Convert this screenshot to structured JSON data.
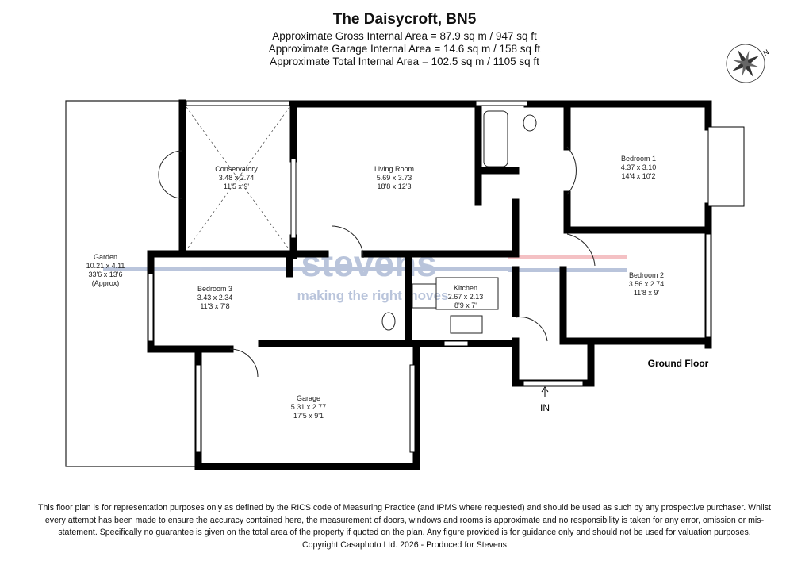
{
  "header": {
    "title": "The Daisycroft, BN5",
    "areas": [
      "Approximate Gross Internal Area = 87.9 sq m / 947 sq ft",
      "Approximate Garage Internal Area = 14.6 sq m / 158 sq ft",
      "Approximate Total Internal Area = 102.5 sq m / 1105 sq ft"
    ]
  },
  "compass": {
    "icon": "compass-rose-icon",
    "label": "N"
  },
  "rooms": {
    "conservatory": {
      "name": "Conservatory",
      "metric": "3.48 x 2.74",
      "imperial": "11'5 x 9'"
    },
    "living": {
      "name": "Living Room",
      "metric": "5.69 x 3.73",
      "imperial": "18'8 x 12'3"
    },
    "bedroom1": {
      "name": "Bedroom 1",
      "metric": "4.37 x 3.10",
      "imperial": "14'4 x 10'2"
    },
    "bedroom2": {
      "name": "Bedroom 2",
      "metric": "3.56 x 2.74",
      "imperial": "11'8 x 9'"
    },
    "bedroom3": {
      "name": "Bedroom 3",
      "metric": "3.43 x 2.34",
      "imperial": "11'3 x 7'8"
    },
    "kitchen": {
      "name": "Kitchen",
      "metric": "2.67 x 2.13",
      "imperial": "8'9 x 7'"
    },
    "garage": {
      "name": "Garage",
      "metric": "5.31 x 2.77",
      "imperial": "17'5 x 9'1"
    },
    "garden": {
      "name": "Garden",
      "metric": "10.21 x 4.11",
      "imperial": "33'6 x 13'6",
      "note": "(Approx)"
    }
  },
  "floor_label": "Ground Floor",
  "entrance_label": "IN",
  "watermark": {
    "brand": "stevens",
    "tagline": "making the right moves"
  },
  "footer": {
    "disclaimer": "This floor plan is for representation purposes only as defined by the RICS code of Measuring Practice (and IPMS where requested) and should be used as such by any prospective purchaser. Whilst every attempt has been made to ensure the accuracy contained here, the measurement of doors, windows and rooms is approximate and no responsibility is taken for any error, omission or mis-statement. Specifically no guarantee is given on the total area of the property if quoted on the plan. Any figure provided is for guidance only and should not be used for valuation purposes.",
    "copyright": "Copyright Casaphoto Ltd. 2026 - Produced for Stevens"
  }
}
